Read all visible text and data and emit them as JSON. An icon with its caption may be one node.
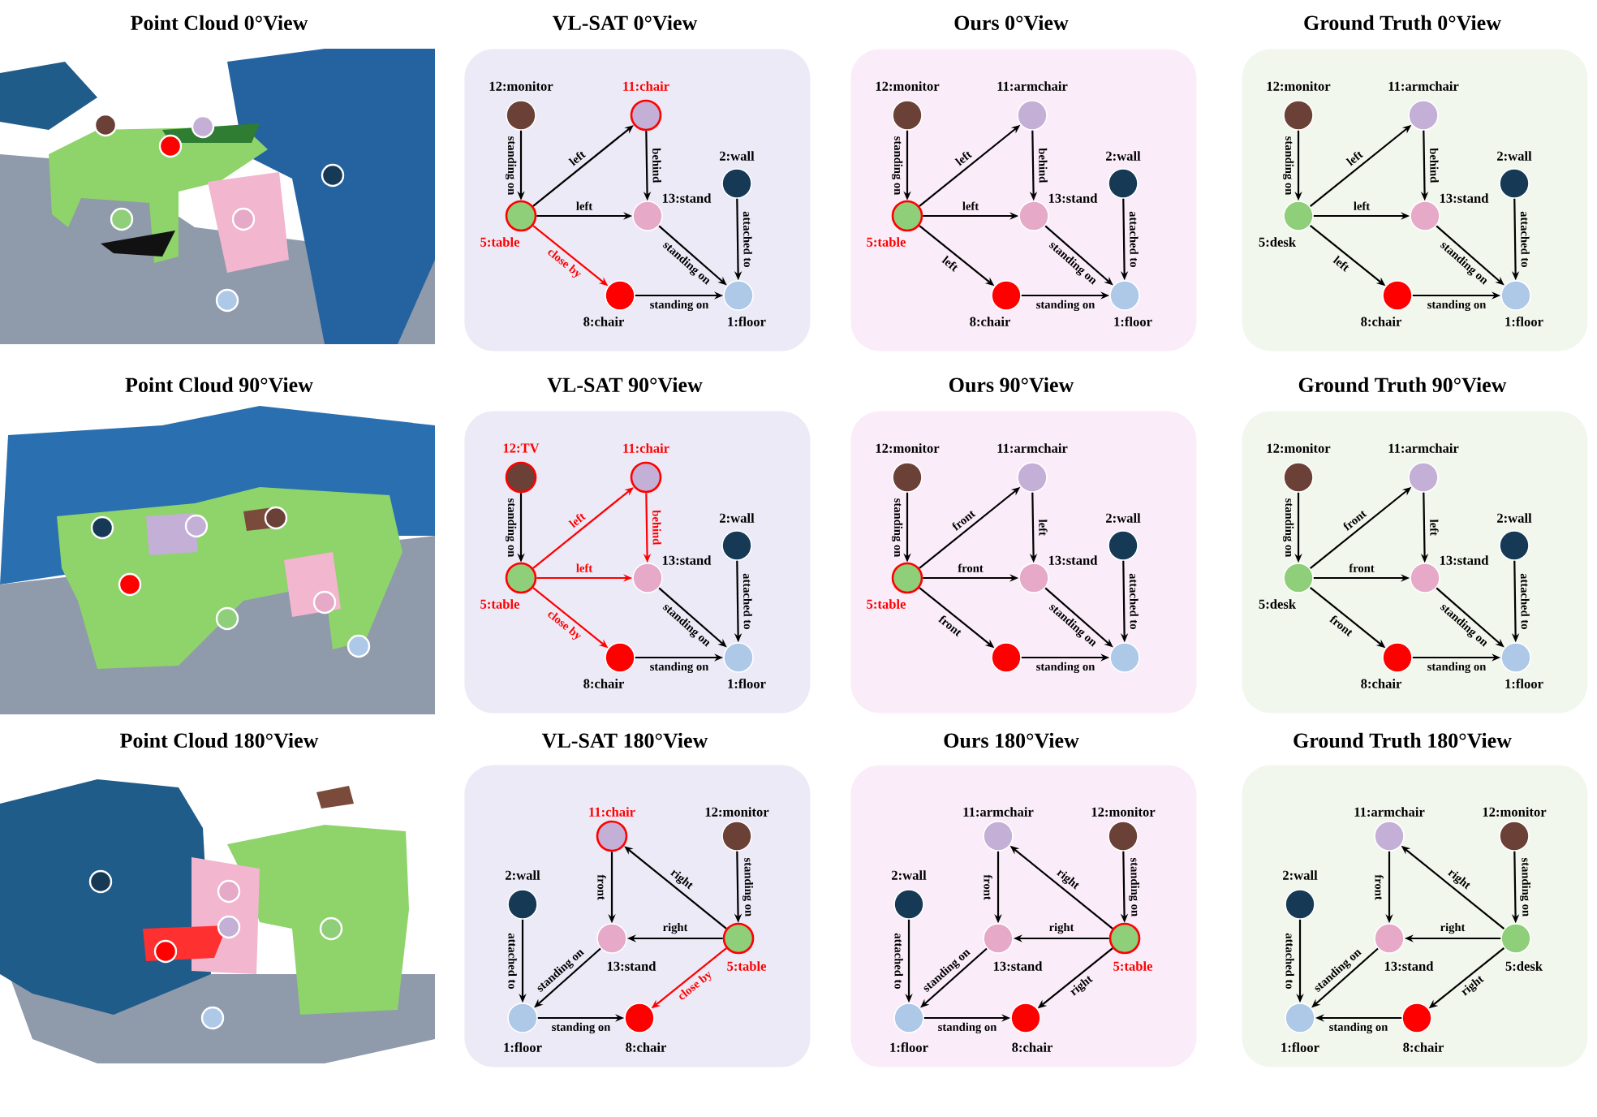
{
  "diagram": {
    "nodes": [
      {
        "text": [
          "VL-SAT 0°View"
        ]
      },
      {
        "text": [
          "12:monitor"
        ],
        "in": 0
      },
      {
        "text": [
          "11:chair"
        ],
        "in": 0
      },
      {
        "text": [
          "2:wall"
        ],
        "in": 0
      },
      {
        "text": [
          "5:table"
        ],
        "in": 0
      },
      {
        "text": [
          "13:stand"
        ],
        "in": 0
      },
      {
        "text": [
          "8:chair"
        ],
        "in": 0
      },
      {
        "text": [
          "1:floor"
        ],
        "in": 0
      },
      {
        "text": [
          "Ours 0°View"
        ]
      },
      {
        "text": [
          "12:monitor"
        ],
        "in": 8
      },
      {
        "text": [
          "11:armchair"
        ],
        "in": 8
      },
      {
        "text": [
          "2:wall"
        ],
        "in": 8
      },
      {
        "text": [
          "5:table"
        ],
        "in": 8
      },
      {
        "text": [
          "13:stand"
        ],
        "in": 8
      },
      {
        "text": [
          "8:chair"
        ],
        "in": 8
      },
      {
        "text": [
          "1:floor"
        ],
        "in": 8
      },
      {
        "text": [
          "Ground Truth 0°View"
        ]
      },
      {
        "text": [
          "12:monitor"
        ],
        "in": 16
      },
      {
        "text": [
          "11:armchair"
        ],
        "in": 16
      },
      {
        "text": [
          "2:wall"
        ],
        "in": 16
      },
      {
        "text": [
          "5:desk"
        ],
        "in": 16
      },
      {
        "text": [
          "13:stand"
        ],
        "in": 16
      },
      {
        "text": [
          "8:chair"
        ],
        "in": 16
      },
      {
        "text": [
          "1:floor"
        ],
        "in": 16
      },
      {
        "text": [
          "VL-SAT 90°View"
        ]
      },
      {
        "text": [
          "12:TV"
        ],
        "in": 24
      },
      {
        "text": [
          "11:chair"
        ],
        "in": 24
      },
      {
        "text": [
          "2:wall"
        ],
        "in": 24
      },
      {
        "text": [
          "5:table"
        ],
        "in": 24
      },
      {
        "text": [
          "13:stand"
        ],
        "in": 24
      },
      {
        "text": [
          "8:chair"
        ],
        "in": 24
      },
      {
        "text": [
          "1:floor"
        ],
        "in": 24
      },
      {
        "text": [
          "Ours 90°View"
        ]
      },
      {
        "text": [
          "12:monitor"
        ],
        "in": 32
      },
      {
        "text": [
          "11:armchair"
        ],
        "in": 32
      },
      {
        "text": [
          "2:wall"
        ],
        "in": 32
      },
      {
        "text": [
          "5:table"
        ],
        "in": 32
      },
      {
        "text": [
          "13:stand"
        ],
        "in": 32
      },
      {
        "text": [],
        "shape": "circle",
        "in": 32
      },
      {
        "text": [],
        "shape": "circle",
        "in": 32
      },
      {
        "text": [
          "Ground Truth 90°View"
        ]
      },
      {
        "text": [
          "12:monitor"
        ],
        "in": 40
      },
      {
        "text": [
          "11:armchair"
        ],
        "in": 40
      },
      {
        "text": [
          "2:wall"
        ],
        "in": 40
      },
      {
        "text": [
          "5:desk"
        ],
        "in": 40
      },
      {
        "text": [
          "13:stand"
        ],
        "in": 40
      },
      {
        "text": [
          "8:chair"
        ],
        "in": 40
      },
      {
        "text": [
          "1:floor"
        ],
        "in": 40
      },
      {
        "text": [
          "VL-SAT 180°View"
        ]
      },
      {
        "text": [
          "11:chair"
        ],
        "in": 48
      },
      {
        "text": [
          "12:monitor"
        ],
        "in": 48
      },
      {
        "text": [
          "2:wall"
        ],
        "in": 48
      },
      {
        "text": [
          "13:stand"
        ],
        "in": 48
      },
      {
        "text": [
          "5:table"
        ],
        "in": 48
      },
      {
        "text": [
          "1:floor"
        ],
        "in": 48
      },
      {
        "text": [
          "8:chair"
        ],
        "in": 48
      },
      {
        "text": [
          "Ours 180°View"
        ]
      },
      {
        "text": [
          "11:armchair"
        ],
        "in": 56
      },
      {
        "text": [
          "12:monitor"
        ],
        "in": 56
      },
      {
        "text": [
          "2:wall"
        ],
        "in": 56
      },
      {
        "text": [
          "13:stand"
        ],
        "in": 56
      },
      {
        "text": [
          "5:table"
        ],
        "in": 56
      },
      {
        "text": [
          "1:floor"
        ],
        "in": 56
      },
      {
        "text": [
          "8:chair"
        ],
        "in": 56
      },
      {
        "text": [
          "Ground Truth 180°View"
        ]
      },
      {
        "text": [
          "11:armchair"
        ],
        "in": 64
      },
      {
        "text": [
          "12:monitor"
        ],
        "in": 64
      },
      {
        "text": [
          "2:wall"
        ],
        "in": 64
      },
      {
        "text": [
          "13:stand"
        ],
        "in": 64
      },
      {
        "text": [
          "5:desk"
        ],
        "in": 64
      },
      {
        "text": [
          "1:floor"
        ],
        "in": 64
      },
      {
        "text": [
          "8:chair"
        ],
        "in": 64
      }
    ],
    "edges": [
      {
        "from": 1,
        "to": 4,
        "arrow": "to",
        "label": "standing on"
      },
      {
        "from": 4,
        "to": 2,
        "arrow": "to",
        "label": "left"
      },
      {
        "from": 2,
        "to": 5,
        "arrow": "to",
        "label": "behind"
      },
      {
        "from": 4,
        "to": 5,
        "arrow": "to",
        "label": "left"
      },
      {
        "from": 4,
        "to": 6,
        "arrow": "to",
        "label": "close by",
        "color": "#ff0000"
      },
      {
        "from": 5,
        "to": 7,
        "arrow": "to",
        "label": "standing on"
      },
      {
        "from": 6,
        "to": 7,
        "arrow": "to",
        "label": "standing on"
      },
      {
        "from": 3,
        "to": 7,
        "arrow": "to",
        "label": "attached to"
      },
      {
        "from": 9,
        "to": 12,
        "arrow": "to",
        "label": "standing on"
      },
      {
        "from": 12,
        "to": 10,
        "arrow": "to",
        "label": "left"
      },
      {
        "from": 10,
        "to": 13,
        "arrow": "to",
        "label": "behind"
      },
      {
        "from": 12,
        "to": 13,
        "arrow": "to",
        "label": "left"
      },
      {
        "from": 12,
        "to": 14,
        "arrow": "to",
        "label": "left"
      },
      {
        "from": 13,
        "to": 15,
        "arrow": "to",
        "label": "standing on"
      },
      {
        "from": 14,
        "to": 15,
        "arrow": "to",
        "label": "standing on"
      },
      {
        "from": 11,
        "to": 15,
        "arrow": "to",
        "label": "attached to"
      },
      {
        "from": 17,
        "to": 20,
        "arrow": "to",
        "label": "standing on"
      },
      {
        "from": 20,
        "to": 18,
        "arrow": "to",
        "label": "left"
      },
      {
        "from": 18,
        "to": 21,
        "arrow": "to",
        "label": "behind"
      },
      {
        "from": 20,
        "to": 21,
        "arrow": "to",
        "label": "left"
      },
      {
        "from": 20,
        "to": 22,
        "arrow": "to",
        "label": "left"
      },
      {
        "from": 21,
        "to": 23,
        "arrow": "to",
        "label": "standing on"
      },
      {
        "from": 22,
        "to": 23,
        "arrow": "to",
        "label": "standing on"
      },
      {
        "from": 19,
        "to": 23,
        "arrow": "to",
        "label": "attached to"
      },
      {
        "from": 25,
        "to": 28,
        "arrow": "to",
        "label": "standing on"
      },
      {
        "from": 28,
        "to": 26,
        "arrow": "to",
        "label": "left",
        "color": "#ff0000"
      },
      {
        "from": 26,
        "to": 29,
        "arrow": "to",
        "label": "behind",
        "color": "#ff0000"
      },
      {
        "from": 28,
        "to": 29,
        "arrow": "to",
        "label": "left",
        "color": "#ff0000"
      },
      {
        "from": 28,
        "to": 30,
        "arrow": "to",
        "label": "close by",
        "color": "#ff0000"
      },
      {
        "from": 29,
        "to": 31,
        "arrow": "to",
        "label": "standing on"
      },
      {
        "from": 30,
        "to": 31,
        "arrow": "to",
        "label": "standing on"
      },
      {
        "from": 27,
        "to": 31,
        "arrow": "to",
        "label": "attached to"
      },
      {
        "from": 33,
        "to": 36,
        "arrow": "to",
        "label": "standing on"
      },
      {
        "from": 36,
        "to": 34,
        "arrow": "to",
        "label": "front"
      },
      {
        "from": 34,
        "to": 37,
        "arrow": "to",
        "label": "left"
      },
      {
        "from": 36,
        "to": 37,
        "arrow": "to",
        "label": "front"
      },
      {
        "from": 36,
        "to": 38,
        "arrow": "to",
        "label": "front"
      },
      {
        "from": 37,
        "to": 39,
        "arrow": "to",
        "label": "standing on"
      },
      {
        "from": 38,
        "to": 39,
        "arrow": "to",
        "label": "standing on"
      },
      {
        "from": 35,
        "to": 39,
        "arrow": "to",
        "label": "attached to"
      },
      {
        "from": 41,
        "to": 44,
        "arrow": "to",
        "label": "standing on"
      },
      {
        "from": 44,
        "to": 42,
        "arrow": "to",
        "label": "front"
      },
      {
        "from": 42,
        "to": 45,
        "arrow": "to",
        "label": "left"
      },
      {
        "from": 44,
        "to": 45,
        "arrow": "to",
        "label": "front"
      },
      {
        "from": 44,
        "to": 46,
        "arrow": "to",
        "label": "front"
      },
      {
        "from": 45,
        "to": 47,
        "arrow": "to",
        "label": "standing on"
      },
      {
        "from": 46,
        "to": 47,
        "arrow": "to",
        "label": "standing on"
      },
      {
        "from": 43,
        "to": 47,
        "arrow": "to",
        "label": "attached to"
      },
      {
        "from": 49,
        "to": 52,
        "arrow": "to",
        "label": "front"
      },
      {
        "from": 53,
        "to": 49,
        "arrow": "to",
        "label": "right"
      },
      {
        "from": 50,
        "to": 53,
        "arrow": "to",
        "label": "standing on"
      },
      {
        "from": 53,
        "to": 52,
        "arrow": "to",
        "label": "right"
      },
      {
        "from": 53,
        "to": 55,
        "arrow": "to",
        "label": "close by",
        "color": "#ff0000"
      },
      {
        "from": 52,
        "to": 54,
        "arrow": "to",
        "label": "standing on"
      },
      {
        "from": 51,
        "to": 54,
        "arrow": "to",
        "label": "attached to"
      },
      {
        "from": 54,
        "to": 55,
        "arrow": "to",
        "label": "standing on"
      },
      {
        "from": 57,
        "to": 60,
        "arrow": "to",
        "label": "front"
      },
      {
        "from": 61,
        "to": 57,
        "arrow": "to",
        "label": "right"
      },
      {
        "from": 58,
        "to": 61,
        "arrow": "to",
        "label": "standing on"
      },
      {
        "from": 61,
        "to": 60,
        "arrow": "to",
        "label": "right"
      },
      {
        "from": 61,
        "to": 63,
        "arrow": "to",
        "label": "right"
      },
      {
        "from": 60,
        "to": 62,
        "arrow": "to",
        "label": "standing on"
      },
      {
        "from": 59,
        "to": 62,
        "arrow": "to",
        "label": "attached to"
      },
      {
        "from": 62,
        "to": 63,
        "arrow": "to",
        "label": "standing on"
      },
      {
        "from": 65,
        "to": 68,
        "arrow": "to",
        "label": "front"
      },
      {
        "from": 69,
        "to": 65,
        "arrow": "to",
        "label": "right"
      },
      {
        "from": 66,
        "to": 69,
        "arrow": "to",
        "label": "standing on"
      },
      {
        "from": 69,
        "to": 68,
        "arrow": "to",
        "label": "right"
      },
      {
        "from": 69,
        "to": 71,
        "arrow": "to",
        "label": "right"
      },
      {
        "from": 68,
        "to": 70,
        "arrow": "to",
        "label": "standing on"
      },
      {
        "from": 67,
        "to": 70,
        "arrow": "to",
        "label": "attached to"
      },
      {
        "from": 71,
        "to": 70,
        "arrow": "to",
        "label": "standing on"
      }
    ],
    "labels": [
      "Point Cloud 0°View",
      "Point Cloud 90°View",
      "Point Cloud 180°View"
    ]
  }
}
